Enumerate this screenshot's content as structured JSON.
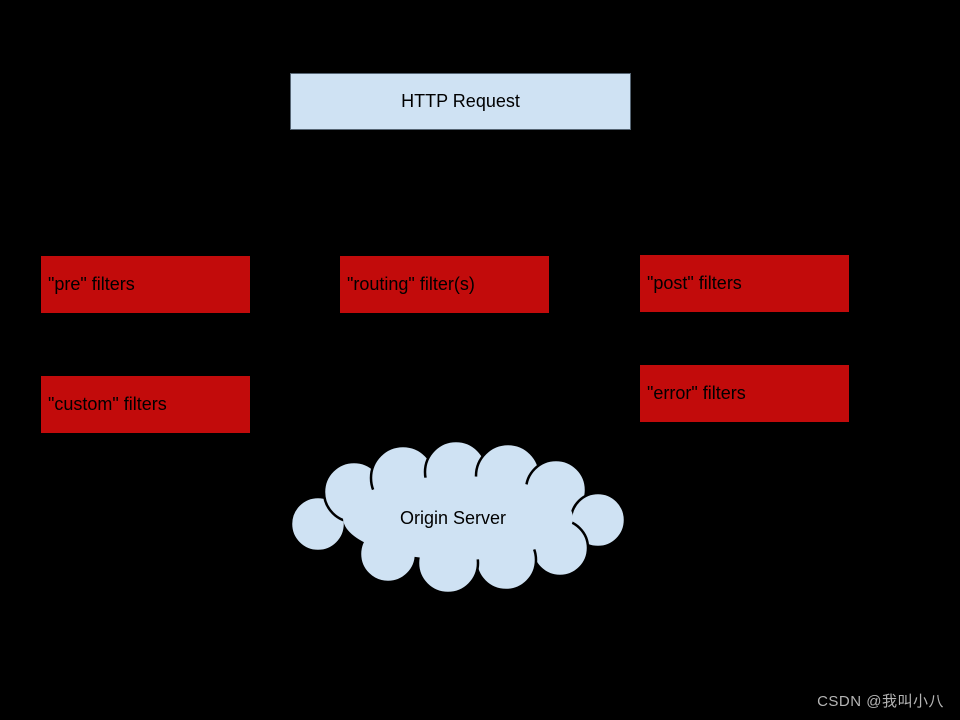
{
  "colors": {
    "page-bg": "#000000",
    "shape-blue": "#cfe2f3",
    "blue-border": "#566573",
    "filter-red": "#c20b0b",
    "outline-black": "#000000",
    "watermark-gray": "#b5b5b5"
  },
  "diagram": {
    "request_box": {
      "label": "HTTP Request"
    },
    "filters": {
      "pre": {
        "label": "\"pre\" filters"
      },
      "routing": {
        "label": "\"routing\" filter(s)"
      },
      "post": {
        "label": "\"post\" filters"
      },
      "custom": {
        "label": "\"custom\" filters"
      },
      "error": {
        "label": "\"error\" filters"
      }
    },
    "origin_server": {
      "label": "Origin Server"
    }
  },
  "watermark": {
    "text": "CSDN @我叫小八"
  }
}
